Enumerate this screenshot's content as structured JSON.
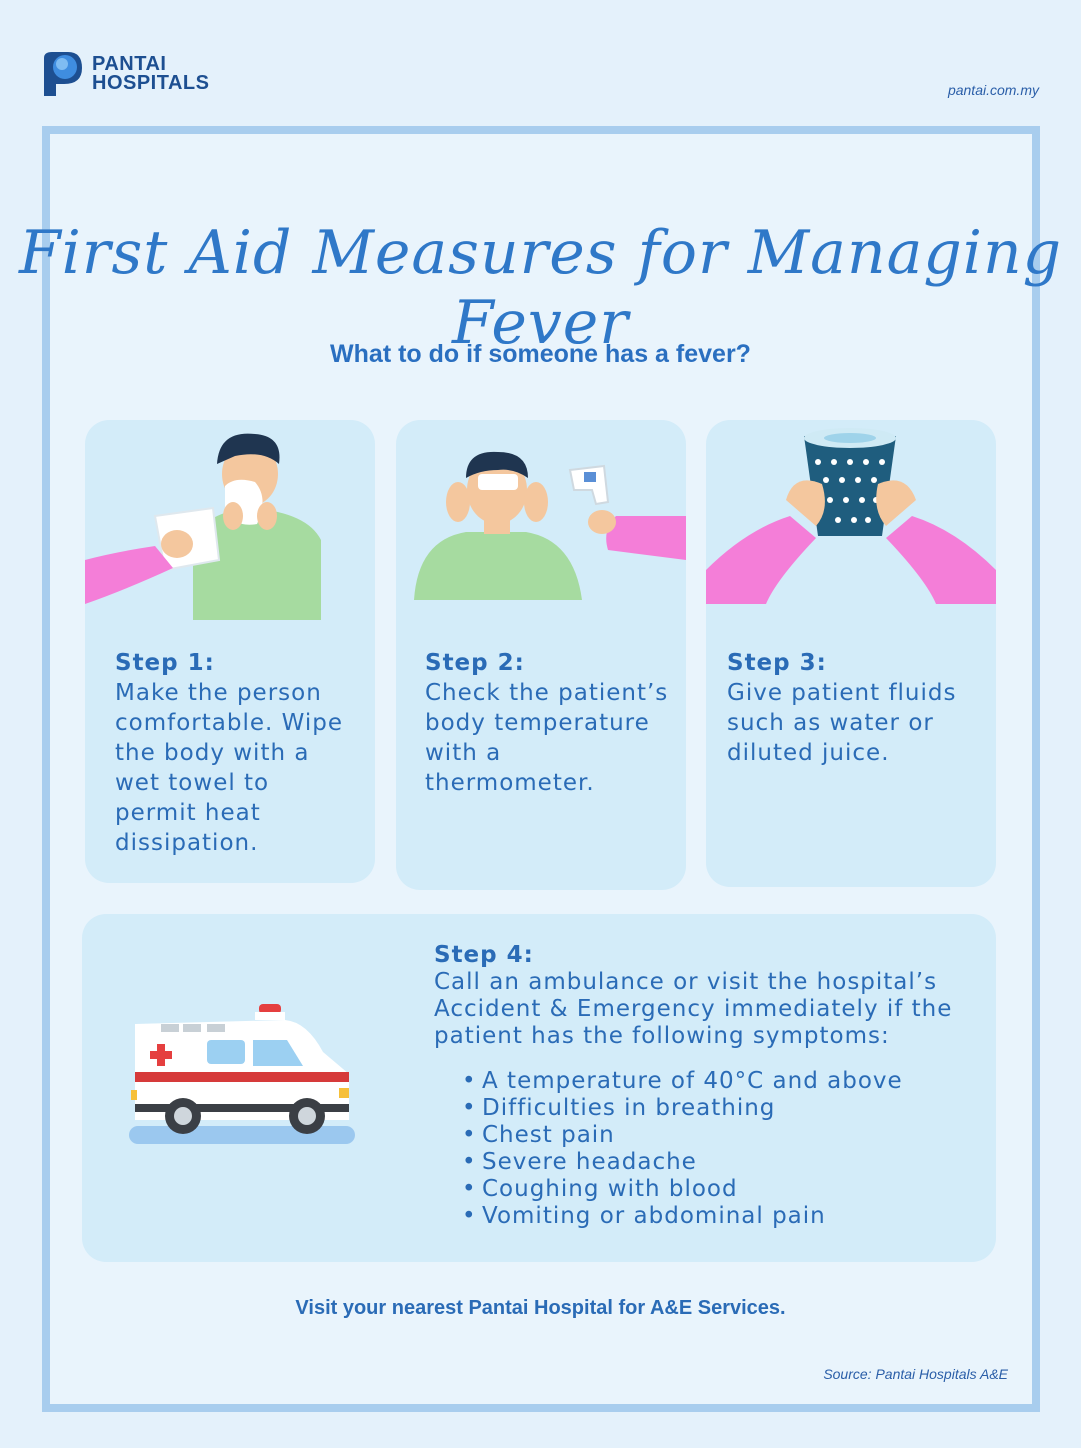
{
  "brand": {
    "name_line1": "PANTAI",
    "name_line2": "HOSPITALS",
    "url": "pantai.com.my"
  },
  "title": "First Aid Measures for Managing Fever",
  "subtitle": "What to do if someone has a fever?",
  "steps": [
    {
      "title": "Step 1:",
      "text": "Make the person comfortable. Wipe the body with a wet towel to permit heat dissipation."
    },
    {
      "title": "Step 2:",
      "text": "Check the patient’s body temperature with a thermometer."
    },
    {
      "title": "Step 3:",
      "text": "Give patient fluids such as water or diluted juice."
    }
  ],
  "step4": {
    "title": "Step 4:",
    "text": "Call an ambulance or visit the hospital’s Accident & Emergency immediately if the patient has the following symptoms:",
    "symptoms": [
      "A temperature of 40°C and above",
      "Difficulties in breathing",
      "Chest pain",
      "Severe headache",
      "Coughing with blood",
      "Vomiting or abdominal pain"
    ]
  },
  "footer_note": "Visit your nearest Pantai Hospital for A&E Services.",
  "source": "Source: Pantai Hospitals A&E",
  "colors": {
    "primary": "#2a6bb6",
    "card": "#d3ecf9",
    "frame": "#a8cdee",
    "pink": "#f47ed8",
    "green": "#a6dba0"
  }
}
